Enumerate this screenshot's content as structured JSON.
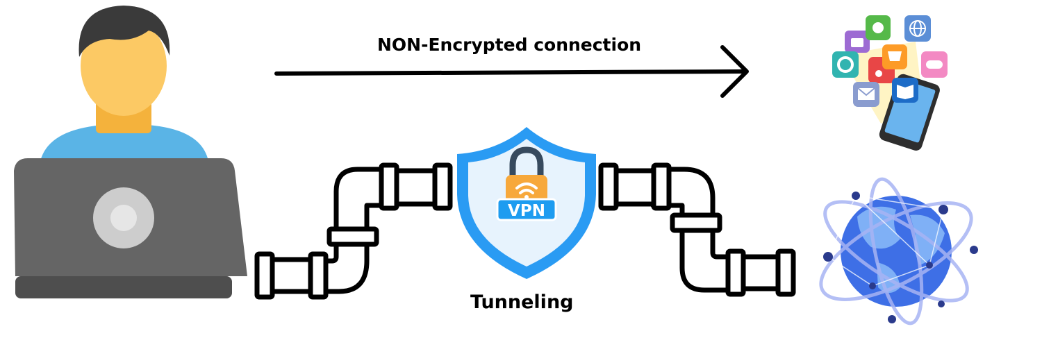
{
  "diagram": {
    "connection_label": "NON-Encrypted connection",
    "tunnel_label": "Tunneling",
    "vpn_badge": "VPN"
  },
  "icons": {
    "user": "user-at-laptop-icon",
    "shield": "vpn-shield-icon",
    "apps": "smartphone-apps-icon",
    "globe": "globe-network-icon",
    "pipe": "pipe-icon"
  },
  "colors": {
    "arrow": "#000000",
    "hair": "#3a3a3a",
    "skin": "#fcc964",
    "neck": "#f4b23c",
    "shirt": "#5ab4e6",
    "laptop": "#656565",
    "laptop_base": "#4e4e4e",
    "shield_outer": "#2a9bf3",
    "shield_inner": "#e7f3fd",
    "lock_body": "#f7a83b",
    "vpn_badge": "#1e9cf0",
    "globe": "#3e6fe6",
    "globe_land": "#7fb0f6",
    "orbit": "#a7b4f4"
  }
}
